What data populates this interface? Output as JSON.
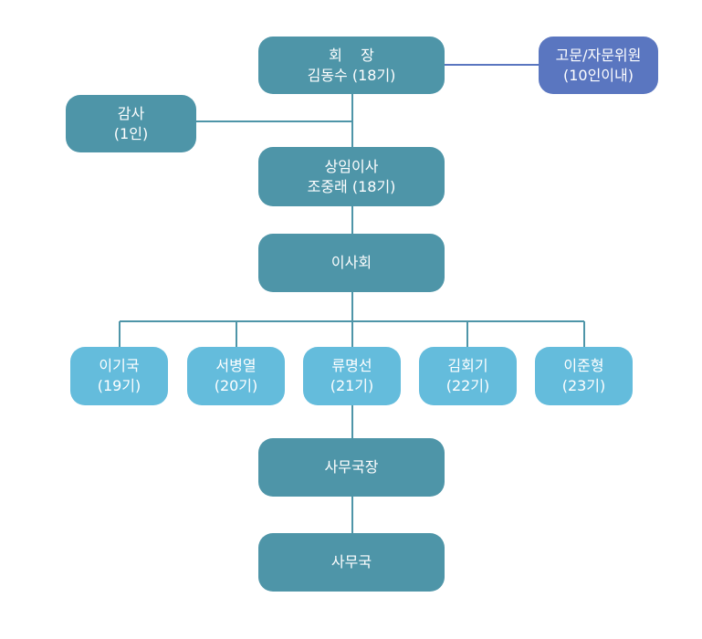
{
  "org_chart": {
    "president": {
      "title": "회    장",
      "name": "김동수 (18기)"
    },
    "advisors": {
      "title": "고문/자문위원",
      "detail": "(10인이내)"
    },
    "auditor": {
      "title": "감사",
      "detail": "(1인)"
    },
    "standing_director": {
      "title": "상임이사",
      "name": "조중래 (18기)"
    },
    "board": {
      "title": "이사회"
    },
    "directors": [
      {
        "name": "이기국",
        "generation": "(19기)"
      },
      {
        "name": "서병열",
        "generation": "(20기)"
      },
      {
        "name": "류명선",
        "generation": "(21기)"
      },
      {
        "name": "김회기",
        "generation": "(22기)"
      },
      {
        "name": "이준형",
        "generation": "(23기)"
      }
    ],
    "secretary_general": {
      "title": "사무국장"
    },
    "secretariat": {
      "title": "사무국"
    }
  },
  "colors": {
    "primary_node": "#4e95a8",
    "director_node": "#64bcdc",
    "advisor_node": "#5a76c0",
    "connector_main": "#4e95a8",
    "connector_advisor": "#5a76c0"
  }
}
